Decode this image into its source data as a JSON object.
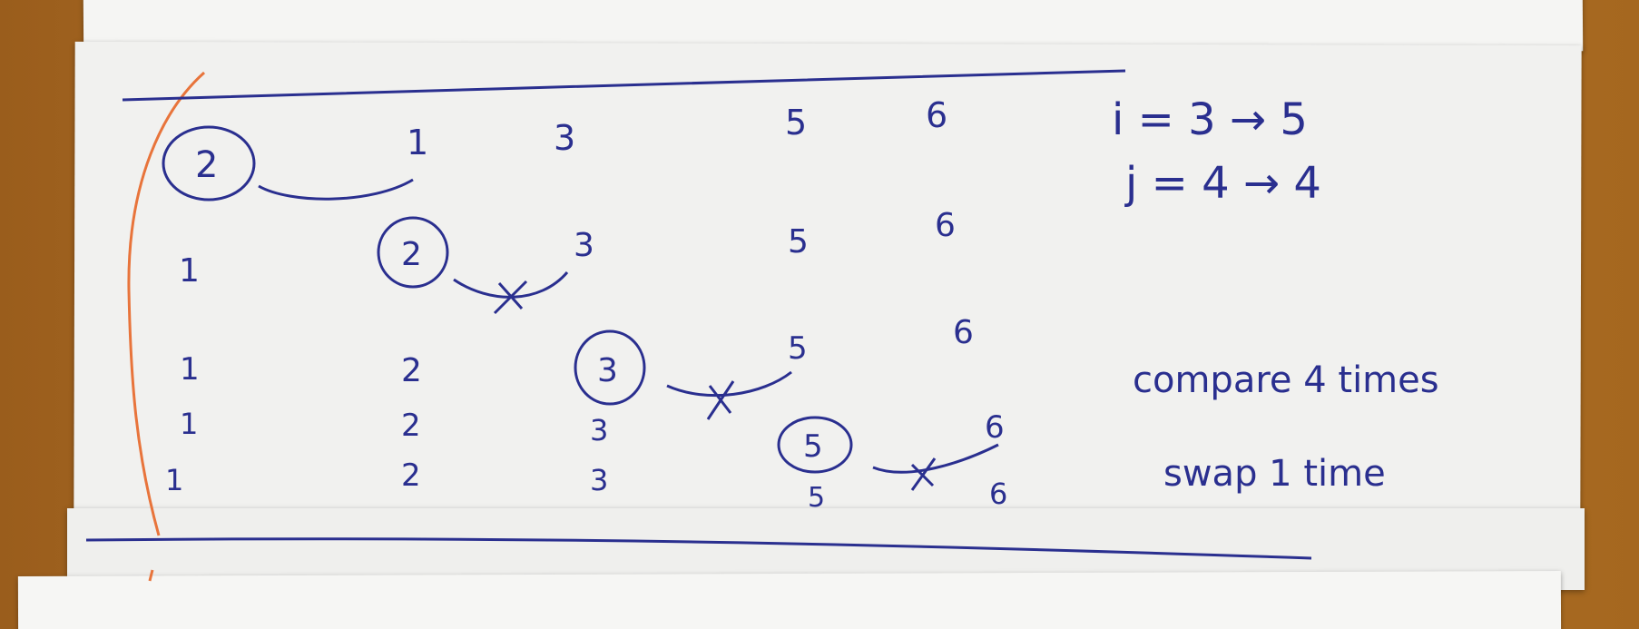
{
  "rows": [
    {
      "values": [
        "2",
        "1",
        "3",
        "5",
        "6"
      ],
      "circled": "2"
    },
    {
      "values": [
        "1",
        "2",
        "3",
        "5",
        "6"
      ],
      "circled": "2"
    },
    {
      "values": [
        "1",
        "2",
        "3",
        "5",
        "6"
      ],
      "circled": "3"
    },
    {
      "values": [
        "1",
        "2",
        "3",
        "5",
        "6"
      ],
      "circled": "5"
    },
    {
      "values": [
        "1",
        "2",
        "3",
        "5",
        "6"
      ],
      "circled": ""
    }
  ],
  "notes": {
    "i_line": "i = 3 → 5",
    "j_line": "j = 4 → 4",
    "compare": "compare 4 times",
    "swap": "swap 1 time"
  },
  "colors": {
    "ink": "#2a2f8f",
    "margin": "#e8743b"
  }
}
